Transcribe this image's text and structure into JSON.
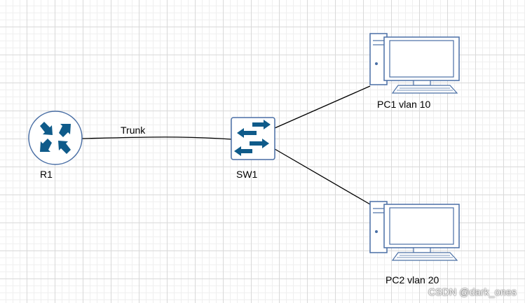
{
  "colors": {
    "device_fill": "#ffffff",
    "device_stroke": "#4a6fa5",
    "device_accent": "#0f5b8a",
    "monitor_screen": "#ffffff",
    "link": "#000000"
  },
  "nodes": {
    "router": {
      "label": "R1",
      "icon": "router-icon"
    },
    "switch": {
      "label": "SW1",
      "icon": "switch-icon"
    },
    "pc1": {
      "label": "PC1 vlan 10",
      "icon": "pc-icon"
    },
    "pc2": {
      "label": "PC2 vlan 20",
      "icon": "pc-icon"
    }
  },
  "links": {
    "r1_sw1": {
      "label": "Trunk"
    }
  },
  "watermark": "CSDN @dark_ones"
}
